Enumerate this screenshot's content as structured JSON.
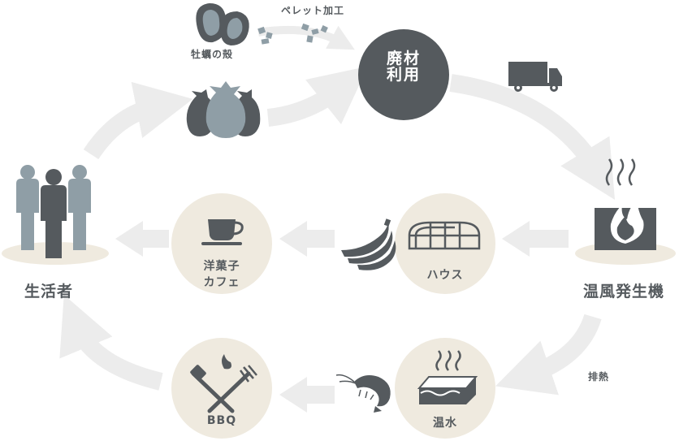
{
  "hub": {
    "line1": "廃材",
    "line2": "利用"
  },
  "labels": {
    "pellet": "ペレット加工",
    "oyster_shell": "牡蠣の殻",
    "heater": "温風発生機",
    "exhaust_heat": "排熱",
    "consumers": "生活者"
  },
  "nodes": {
    "cafe": {
      "line1": "洋菓子",
      "line2": "カフェ"
    },
    "house": {
      "label": "ハウス"
    },
    "hot_water": {
      "label": "温水"
    },
    "bbq": {
      "label": "BBQ"
    }
  },
  "colors": {
    "dark": "#555a5e",
    "mid": "#8f9ea6",
    "circle": "#efeadf",
    "arrow": "#ececec"
  },
  "icons": [
    "oyster-icon",
    "pellet-icon",
    "garbage-bag-icon",
    "truck-icon",
    "flame-heater-icon",
    "cup-icon",
    "greenhouse-icon",
    "banana-icon",
    "hot-water-icon",
    "shrimp-icon",
    "bbq-tools-icon",
    "people-icon"
  ]
}
